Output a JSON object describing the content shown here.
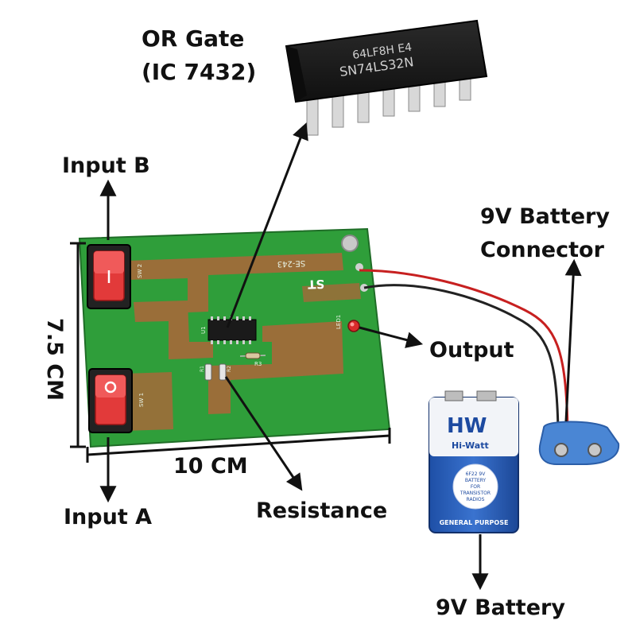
{
  "labels": {
    "or_gate_line1": "OR Gate",
    "or_gate_line2": "(IC 7432)",
    "input_b": "Input B",
    "input_a": "Input A",
    "resistance": "Resistance",
    "output": "Output",
    "connector_line1": "9V Battery",
    "connector_line2": "Connector",
    "battery": "9V Battery",
    "width": "10 CM",
    "height": "7.5 CM"
  },
  "ic": {
    "marking_line1": "64LF8H E4",
    "marking_line2": "SN74LS32N"
  },
  "pcb": {
    "code": "SE-243",
    "brand": "ST",
    "sw1": "SW 1",
    "sw2": "SW 2",
    "u1": "U1",
    "led": "LED1",
    "r1": "R1",
    "r2": "R2",
    "r3": "R3"
  },
  "battery_label": {
    "brand": "HW",
    "name": "Hi-Watt",
    "spec_line1": "6F22 9V",
    "spec_line2": "BATTERY",
    "spec_line3": "FOR",
    "spec_line4": "TRANSISTOR",
    "spec_line5": "RADIOS",
    "purpose": "GENERAL PURPOSE"
  },
  "colors": {
    "pcb_green": "#2f9e3a",
    "pcb_copper": "#a6683a",
    "switch_red": "#e23a3a",
    "ic_body": "#1c1c1c",
    "battery_blue": "#2a5fb8",
    "connector_blue": "#4a86d4"
  }
}
